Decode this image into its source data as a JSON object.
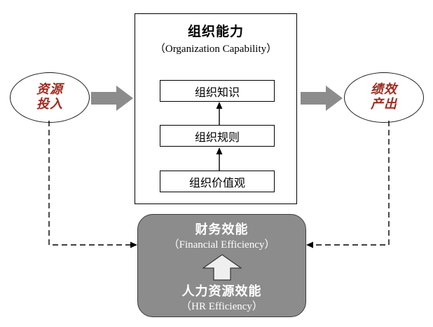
{
  "diagram": {
    "title_cn": "组织能力",
    "title_en": "（Organization Capability）",
    "capability_layers": [
      {
        "label": "组织知识"
      },
      {
        "label": "组织规则"
      },
      {
        "label": "组织价值观"
      }
    ],
    "input_node": {
      "line1": "资源",
      "line2": "投入"
    },
    "output_node": {
      "line1": "绩效",
      "line2": "产出"
    },
    "efficiency_box": {
      "top_cn": "财务效能",
      "top_en": "（Financial Efficiency）",
      "bottom_cn": "人力资源效能",
      "bottom_en": "（HR Efficiency）"
    },
    "colors": {
      "node_text": "#9e2b20",
      "block_arrow": "#8c8c8c",
      "gray_box": "#8c8c8c",
      "gray_box_border": "#3b3b3b",
      "white_arrow_fill": "#efefef",
      "outline": "#000000"
    }
  }
}
